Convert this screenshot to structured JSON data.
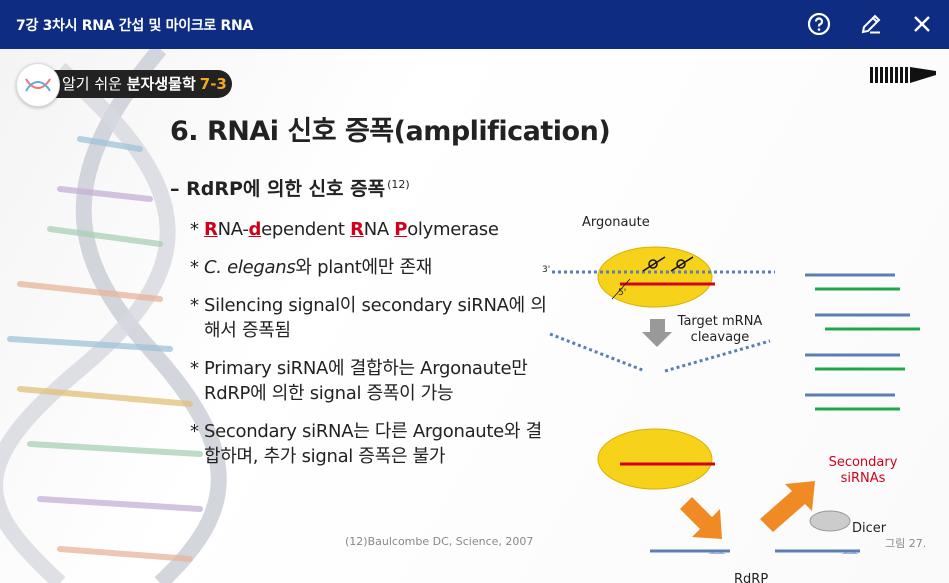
{
  "topbar": {
    "title": "7강 3차시 RNA 간섭 및 마이크로 RNA",
    "icons": [
      "help-icon",
      "edit-icon",
      "close-icon"
    ]
  },
  "badge": {
    "prefix": "알기 쉬운 ",
    "bold": "분자생물학",
    "number": "7-3"
  },
  "slide": {
    "title": "6. RNAi 신호 증폭(amplification)",
    "subtitle": "– RdRP에 의한 신호 증폭",
    "subtitle_ref": "(12)",
    "bullets": {
      "b1_r": "R",
      "b1_a": "NA-",
      "b1_d": "d",
      "b1_b": "ependent ",
      "b1_r2": "R",
      "b1_c": "NA ",
      "b1_p": "P",
      "b1_e": "olymerase",
      "b2_i": "C. elegans",
      "b2_t": "와 plant에만 존재",
      "b3": "Silencing signal이 secondary siRNA에 의해서 증폭됨",
      "b4": "Primary siRNA에 결합하는 Argonaute만 RdRP에 의한 signal 증폭이 가능",
      "b5": "Secondary siRNA는 다른 Argonaute와 결합하며, 추가 signal 증폭은 불가"
    },
    "reference": "(12)Baulcombe DC, Science, 2007",
    "figure_number": "그림 27."
  },
  "figure": {
    "argonaute": "Argonaute",
    "cleavage_line1": "Target mRNA",
    "cleavage_line2": "cleavage",
    "secondary_line1": "Secondary",
    "secondary_line2": "siRNAs",
    "dicer": "Dicer",
    "rdrp": "RdRP",
    "three_prime": "3'",
    "five_prime": "5'",
    "colors": {
      "accent_red": "#d0021b",
      "green": "#1fa84a",
      "yellow": "#f7d21a",
      "orange": "#f08a24",
      "blue": "#5a7fb0"
    }
  }
}
